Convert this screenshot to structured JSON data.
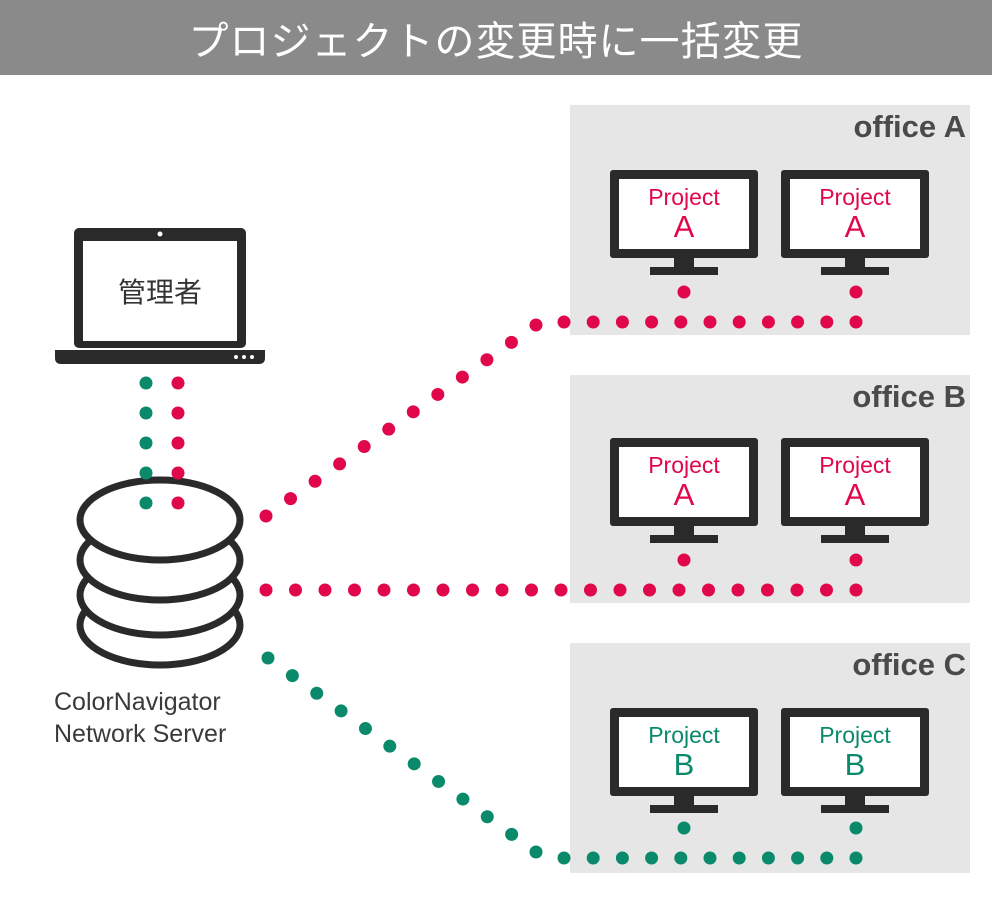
{
  "header": {
    "title": "プロジェクトの変更時に一括変更"
  },
  "admin": {
    "label": "管理者"
  },
  "server": {
    "line1": "ColorNavigator",
    "line2": "Network Server"
  },
  "colors": {
    "red": "#e0084a",
    "green": "#0a8a6a",
    "header_bg": "#8a8a8a",
    "office_bg": "#e6e6e6"
  },
  "offices": [
    {
      "label": "office A",
      "monitors": [
        {
          "line1": "Project",
          "line2": "A",
          "color": "red"
        },
        {
          "line1": "Project",
          "line2": "A",
          "color": "red"
        }
      ]
    },
    {
      "label": "office B",
      "monitors": [
        {
          "line1": "Project",
          "line2": "A",
          "color": "red"
        },
        {
          "line1": "Project",
          "line2": "A",
          "color": "red"
        }
      ]
    },
    {
      "label": "office C",
      "monitors": [
        {
          "line1": "Project",
          "line2": "B",
          "color": "green"
        },
        {
          "line1": "Project",
          "line2": "B",
          "color": "green"
        }
      ]
    }
  ]
}
